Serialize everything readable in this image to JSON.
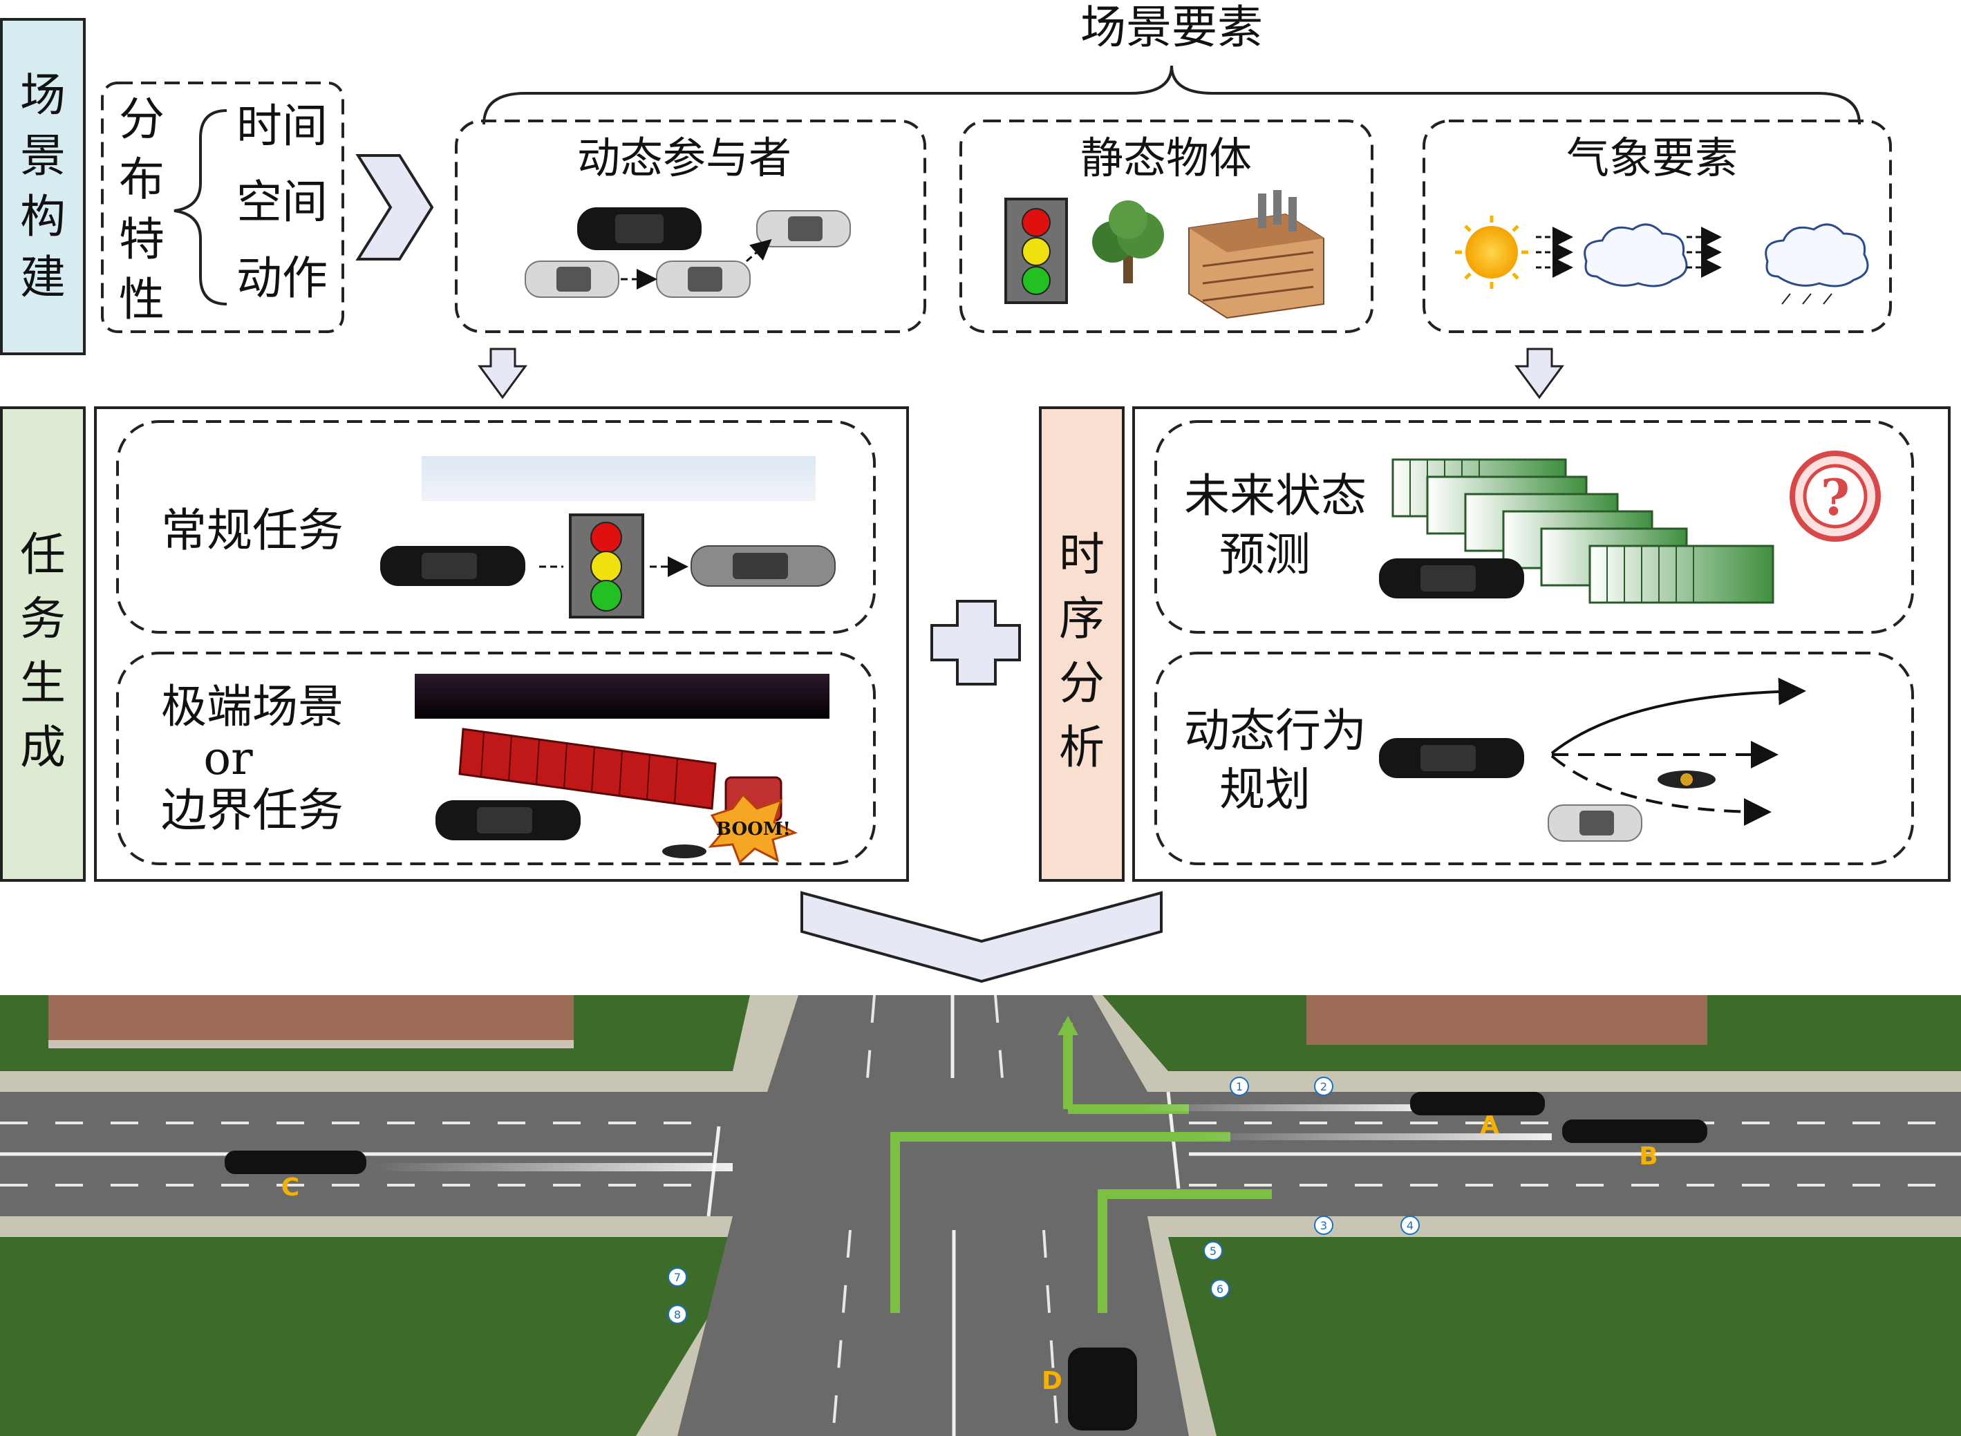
{
  "sidebar": {
    "scene_construction": [
      "场",
      "景",
      "构",
      "建"
    ],
    "task_generation": [
      "任",
      "务",
      "生",
      "成"
    ],
    "temporal_analysis": [
      "时",
      "序",
      "分",
      "析"
    ]
  },
  "distribution": {
    "label": [
      "分",
      "布",
      "特",
      "性"
    ],
    "items": [
      "时间",
      "空间",
      "动作"
    ]
  },
  "scene_elements": {
    "title": "场景要素",
    "dynamic": "动态参与者",
    "static": "静态物体",
    "weather": "气象要素"
  },
  "tasks": {
    "regular": "常规任务",
    "extreme_line1": "极端场景",
    "extreme_or": "or",
    "extreme_line2": "边界任务",
    "boom": "BOOM!"
  },
  "analysis": {
    "future_line1": "未来状态",
    "future_line2": "预测",
    "future_icon": "question-mark-icon",
    "behavior_line1": "动态行为",
    "behavior_line2": "规划"
  },
  "intersection": {
    "vehicles": [
      "A",
      "B",
      "C",
      "D"
    ],
    "pedestrians": [
      "1",
      "2",
      "3",
      "4",
      "5",
      "6",
      "7",
      "8"
    ]
  },
  "colors": {
    "blue_tag": "#d6ecf0",
    "green_tag": "#dcebd2",
    "orange_tag": "#f8dfcf",
    "arrow_fill": "#e6e9f5",
    "route_green": "#7bc043"
  }
}
